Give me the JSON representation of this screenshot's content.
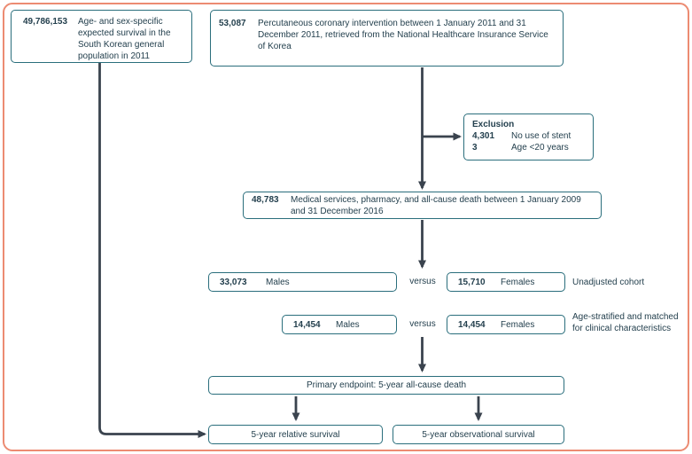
{
  "colors": {
    "frame": "#EC8B72",
    "border": "#2A6E7C",
    "ink": "#24404E",
    "arrow": "#3A434E"
  },
  "flow": {
    "population": {
      "count": "49,786,153",
      "lines": [
        "Age- and sex-specific",
        "expected survival in the",
        "South Korean general",
        "population in 2011"
      ]
    },
    "pci": {
      "count": "53,087",
      "lines": [
        "Percutaneous coronary intervention between 1 January 2011 and 31",
        "December 2011, retrieved from the National Healthcare Insurance Service",
        "of Korea"
      ]
    },
    "exclusion": {
      "title": "Exclusion",
      "items": [
        {
          "count": "4,301",
          "label": "No use of stent"
        },
        {
          "count": "3",
          "label": "Age <20 years"
        }
      ]
    },
    "cohort": {
      "count": "48,783",
      "lines": [
        "Medical services, pharmacy, and all-cause death between 1 January 2009",
        "and 31 December 2016"
      ]
    },
    "unadjusted": {
      "males_count": "33,073",
      "males_label": "Males",
      "versus": "versus",
      "females_count": "15,710",
      "females_label": "Females",
      "annotation": "Unadjusted cohort"
    },
    "matched": {
      "males_count": "14,454",
      "males_label": "Males",
      "versus": "versus",
      "females_count": "14,454",
      "females_label": "Females",
      "annotation_lines": [
        "Age-stratified and matched",
        "for clinical characteristics"
      ]
    },
    "endpoint": {
      "text": "Primary endpoint: 5-year all-cause death"
    },
    "relative": {
      "text": "5-year relative survival"
    },
    "observational": {
      "text": "5-year observational survival"
    }
  }
}
